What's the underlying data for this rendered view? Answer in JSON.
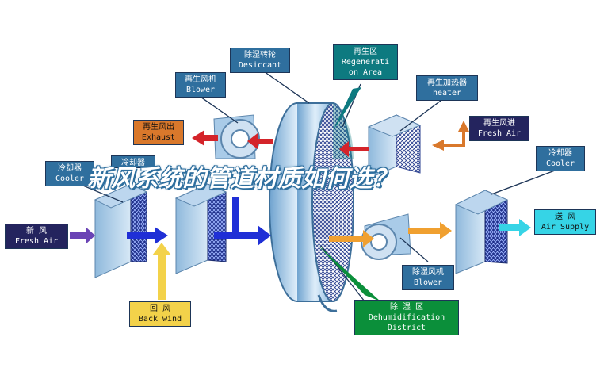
{
  "title": "新风系统的管道材质如何选？",
  "labels": {
    "desiccant": {
      "zh": "除湿转轮",
      "en": "Desiccant"
    },
    "regen_area": {
      "zh": "再生区",
      "en1": "Regenerati",
      "en2": "on Area"
    },
    "regen_blower": {
      "zh": "再生风机",
      "en": "Blower"
    },
    "regen_heater": {
      "zh": "再生加热器",
      "en": "heater"
    },
    "exhaust": {
      "zh": "再生风出",
      "en": "Exhaust"
    },
    "regen_fresh_air": {
      "zh": "再生风进",
      "en": "Fresh Air"
    },
    "cooler_left": {
      "zh": "冷却器",
      "en": "Cooler"
    },
    "cooler_left2": {
      "zh": "冷却器"
    },
    "cooler_right": {
      "zh": "冷却器",
      "en": "Cooler"
    },
    "fresh_air": {
      "zh": "新      风",
      "en": "Fresh Air"
    },
    "supply_air": {
      "zh": "送   风",
      "en": "Air Supply"
    },
    "back_wind": {
      "zh": "回      风",
      "en": "Back wind"
    },
    "dehum_blower": {
      "zh": "除湿风机",
      "en": "Blower"
    },
    "dehum_district": {
      "zh": "除     湿     区",
      "en1": "Dehumidification",
      "en2": "District"
    }
  },
  "colors": {
    "label_blue": "#2f6f9e",
    "teal": "#0d7a80",
    "orange": "#d9782b",
    "navy": "#24245e",
    "yellow": "#f3d24a",
    "cyan": "#36d4e6",
    "green": "#0b8f3a",
    "arrow_red": "#d4242a",
    "arrow_blue": "#1f2fd6",
    "arrow_purple": "#6a43b5",
    "arrow_orange": "#f0a030"
  }
}
